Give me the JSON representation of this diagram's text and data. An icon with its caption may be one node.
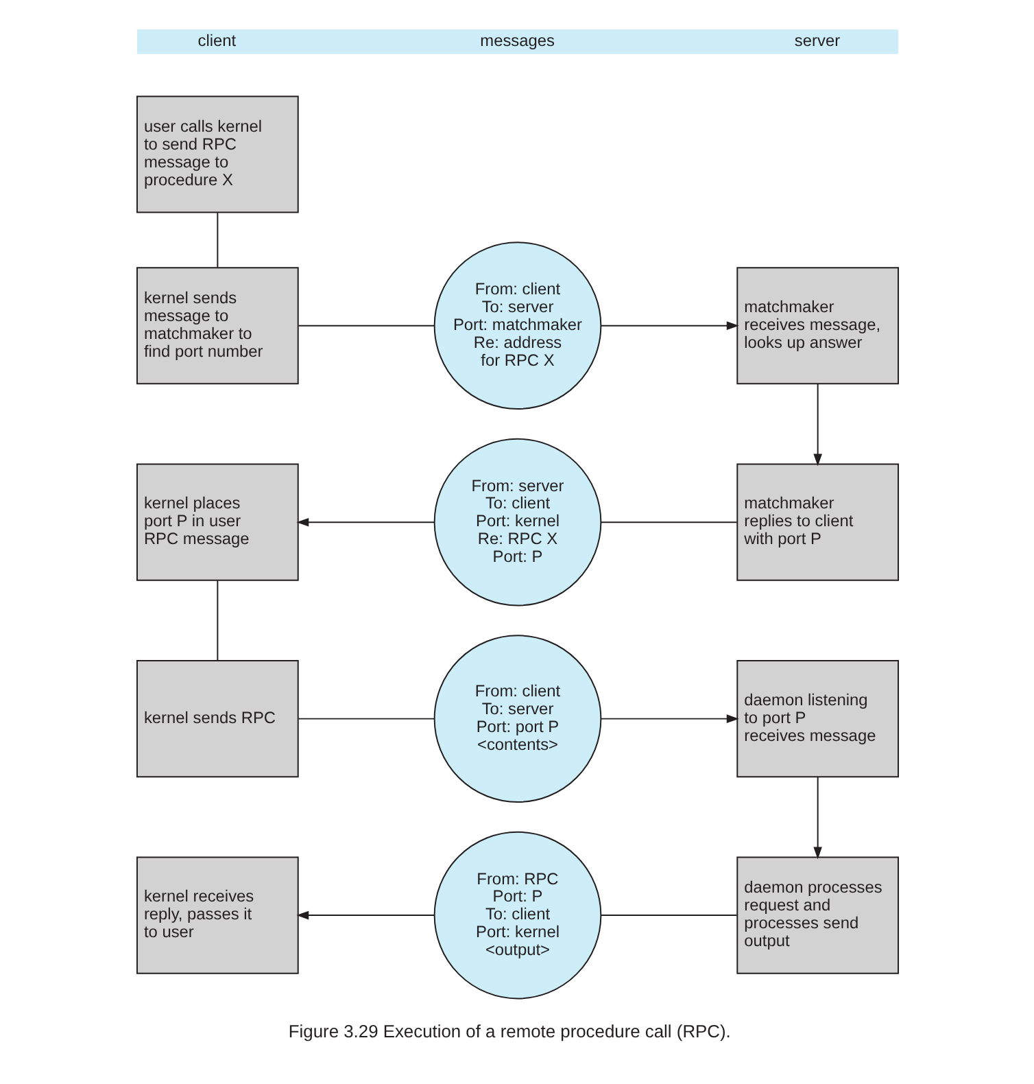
{
  "diagram": {
    "caption": "Figure 3.29 Execution of a remote procedure call (RPC).",
    "nodes": [
      {
        "text": [
          "client",
          "messages",
          "server"
        ]
      },
      {
        "text": [
          "user calls kernel to send RPC message to procedure X"
        ]
      },
      {
        "text": [
          "kernel sends message to matchmaker to find port number"
        ]
      },
      {
        "text": [
          "From: client",
          "To: server",
          "Port: matchmaker",
          "Re: address for RPC X"
        ]
      },
      {
        "text": [
          "matchmaker receives message, looks up answer"
        ]
      },
      {
        "text": [
          "kernel places port P in user RPC message"
        ]
      },
      {
        "text": [
          "From: server",
          "To: client",
          "Port: kernel",
          "Re: RPC X",
          "Port: P"
        ]
      },
      {
        "text": [
          "matchmaker replies to client with port P"
        ]
      },
      {
        "text": [
          "kernel sends RPC"
        ]
      },
      {
        "text": [
          "From: client",
          "To: server",
          "Port: port P",
          "<contents>"
        ]
      },
      {
        "text": [
          "daemon listening to port P receives message"
        ]
      },
      {
        "text": [
          "kernel receives reply, passes it to user"
        ]
      },
      {
        "text": [
          "From: RPC",
          "Port: P",
          "To: client",
          "Port: kernel",
          "<output>"
        ]
      },
      {
        "text": [
          "daemon processes request and processes send output"
        ]
      }
    ],
    "edges": [
      {
        "from": 1,
        "to": 2,
        "arrow": "none"
      },
      {
        "from": 2,
        "to": 3,
        "arrow": "none"
      },
      {
        "from": 3,
        "to": 4,
        "arrow": "to"
      },
      {
        "from": 4,
        "to": 7,
        "arrow": "to"
      },
      {
        "from": 7,
        "to": 6,
        "arrow": "none"
      },
      {
        "from": 6,
        "to": 5,
        "arrow": "to"
      },
      {
        "from": 5,
        "to": 8,
        "arrow": "none"
      },
      {
        "from": 8,
        "to": 9,
        "arrow": "none"
      },
      {
        "from": 9,
        "to": 10,
        "arrow": "to"
      },
      {
        "from": 10,
        "to": 13,
        "arrow": "to"
      },
      {
        "from": 13,
        "to": 12,
        "arrow": "none"
      },
      {
        "from": 12,
        "to": 11,
        "arrow": "to"
      }
    ]
  }
}
